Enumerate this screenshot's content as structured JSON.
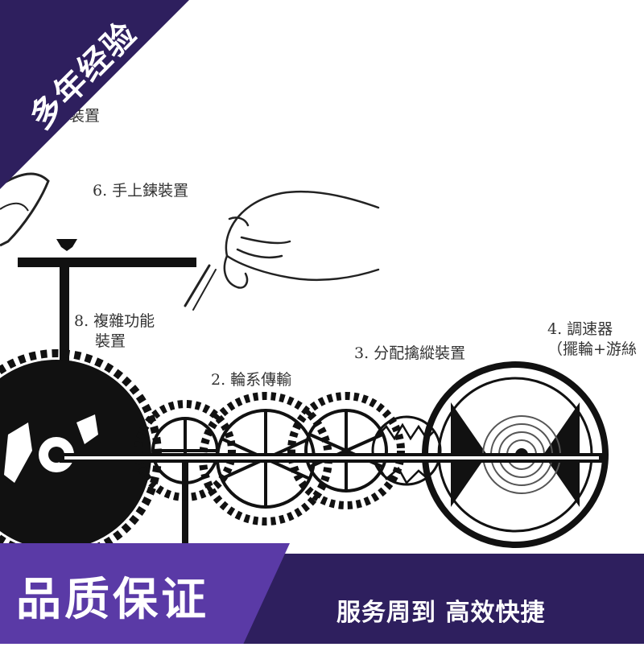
{
  "banner": {
    "corner_text": "多年经验",
    "bottom_left": "品质保证",
    "bottom_right": "服务周到  高效快捷"
  },
  "diagram": {
    "label_top_partial": "裝置",
    "label_6": "6. 手上鍊裝置",
    "label_8_line1": "8. 複雜功能",
    "label_8_line2": "裝置",
    "label_2": "2. 輪系傳輸",
    "label_3": "3. 分配擒縱裝置",
    "label_4_line1": "4. 調速器",
    "label_4_line2": "（擺輪+游絲"
  },
  "colors": {
    "banner_dark": "#2e1f5e",
    "banner_accent": "#5a3aa6",
    "ink": "#111111"
  }
}
